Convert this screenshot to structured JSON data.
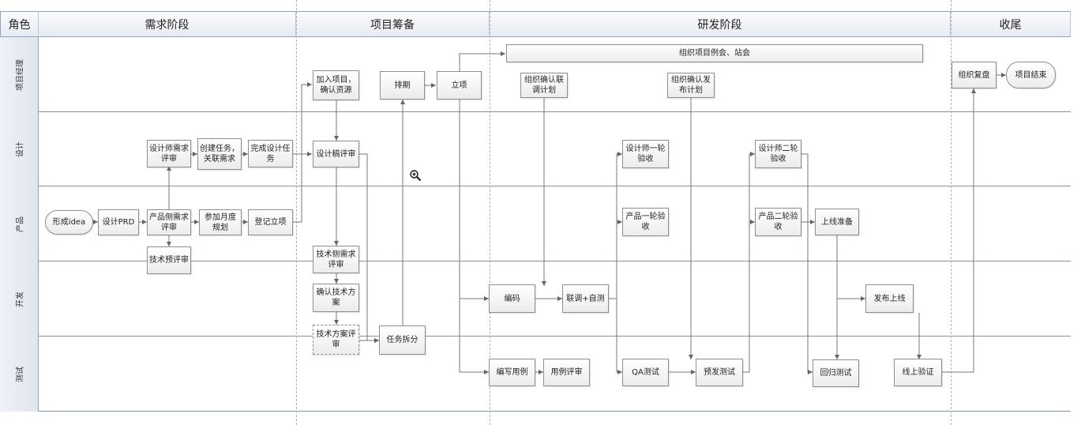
{
  "headers": {
    "role": "角色",
    "phase1": "需求阶段",
    "phase2": "项目筹备",
    "phase3": "研发阶段",
    "phase4": "收尾"
  },
  "lanes": {
    "pm": "项目经理",
    "design": "设计",
    "product": "产品",
    "dev": "开发",
    "test": "测试"
  },
  "nodes": {
    "form_idea": "形成idea",
    "design_prd": "设计PRD",
    "product_review": "产品侧需求评审",
    "monthly_plan": "参加月度规划",
    "register_project": "登记立项",
    "designer_review": "设计师需求评审",
    "create_task": "创建任务，关联需求",
    "finish_design_task": "完成设计任务",
    "tech_prereview": "技术预评审",
    "join_project": "加入项目，确认资源",
    "design_draft_review": "设计稿评审",
    "tech_review": "技术侧需求评审",
    "confirm_tech_plan": "确认技术方案",
    "tech_plan_review": "技术方案评审",
    "task_split": "任务拆分",
    "schedule": "排期",
    "approve": "立项",
    "meetings": "组织项目例会、站会",
    "org_joint_debug": "组织确认联调计划",
    "org_release_plan": "组织确认发布计划",
    "coding": "编码",
    "joint_debug": "联调+自测",
    "write_cases": "编写用例",
    "case_review": "用例评审",
    "qa_test": "QA测试",
    "pre_release_test": "预发测试",
    "designer_check1": "设计师一轮验收",
    "product_check1": "产品一轮验收",
    "designer_check2": "设计师二轮验收",
    "product_check2": "产品二轮验收",
    "launch_prep": "上线准备",
    "release": "发布上线",
    "regression_test": "回归测试",
    "online_verify": "线上验证",
    "org_retro": "组织复盘",
    "project_end": "项目结束"
  }
}
